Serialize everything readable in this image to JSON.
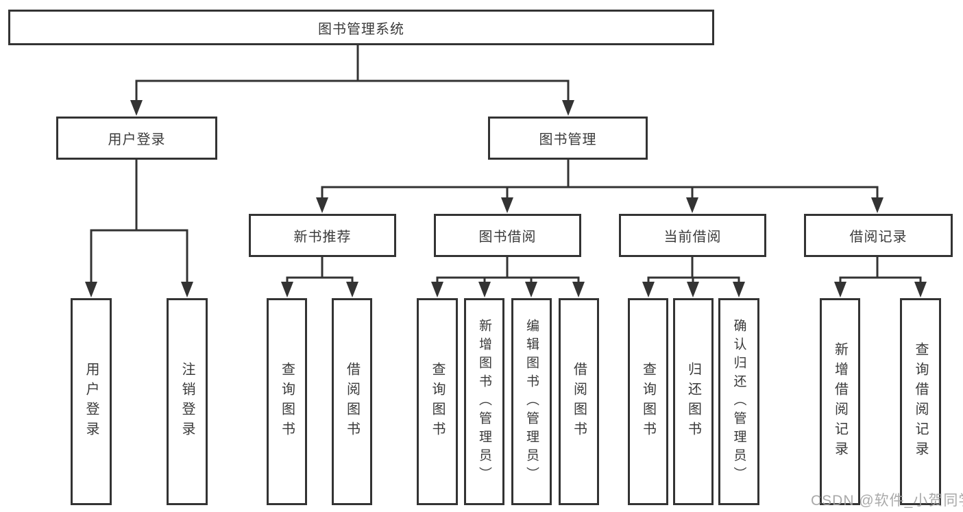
{
  "tree": {
    "label": "图书管理系统",
    "children": [
      {
        "label": "用户登录",
        "children": [
          {
            "label": "用户登录"
          },
          {
            "label": "注销登录"
          }
        ]
      },
      {
        "label": "图书管理",
        "children": [
          {
            "label": "新书推荐",
            "children": [
              {
                "label": "查询图书"
              },
              {
                "label": "借阅图书"
              }
            ]
          },
          {
            "label": "图书借阅",
            "children": [
              {
                "label": "查询图书"
              },
              {
                "label": "新增图书（管理员）"
              },
              {
                "label": "编辑图书（管理员）"
              },
              {
                "label": "借阅图书"
              }
            ]
          },
          {
            "label": "当前借阅",
            "children": [
              {
                "label": "查询图书"
              },
              {
                "label": "归还图书"
              },
              {
                "label": "确认归还（管理员）"
              }
            ]
          },
          {
            "label": "借阅记录",
            "children": [
              {
                "label": "新增借阅记录"
              },
              {
                "label": "查询借阅记录"
              }
            ]
          }
        ]
      }
    ]
  },
  "watermark": {
    "text": "CSDN @软件_小贺同学"
  },
  "colors": {
    "line": "#333333",
    "text": "#3a3a3a",
    "background": "#ffffff",
    "watermark": "#a0a0a0"
  }
}
